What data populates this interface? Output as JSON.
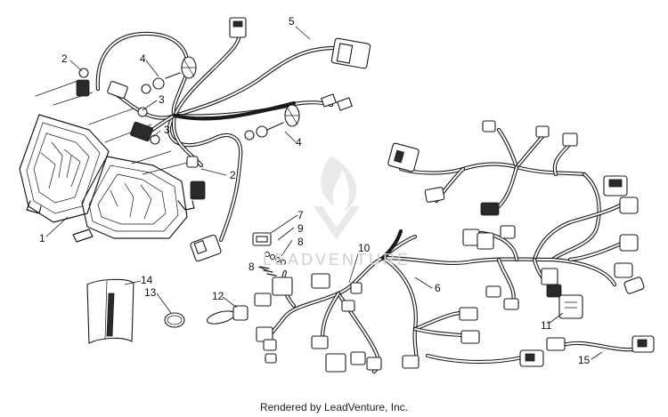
{
  "callouts": {
    "c1": "1",
    "c2a": "2",
    "c2b": "2",
    "c3a": "3",
    "c3b": "3",
    "c4a": "4",
    "c4b": "4",
    "c5": "5",
    "c6": "6",
    "c7": "7",
    "c8a": "8",
    "c8b": "8",
    "c9": "9",
    "c10": "10",
    "c11": "11",
    "c12": "12",
    "c13": "13",
    "c14": "14",
    "c15": "15"
  },
  "watermark": {
    "text": "LEADVENTURE"
  },
  "footer": {
    "text": "Rendered by LeadVenture, Inc."
  }
}
